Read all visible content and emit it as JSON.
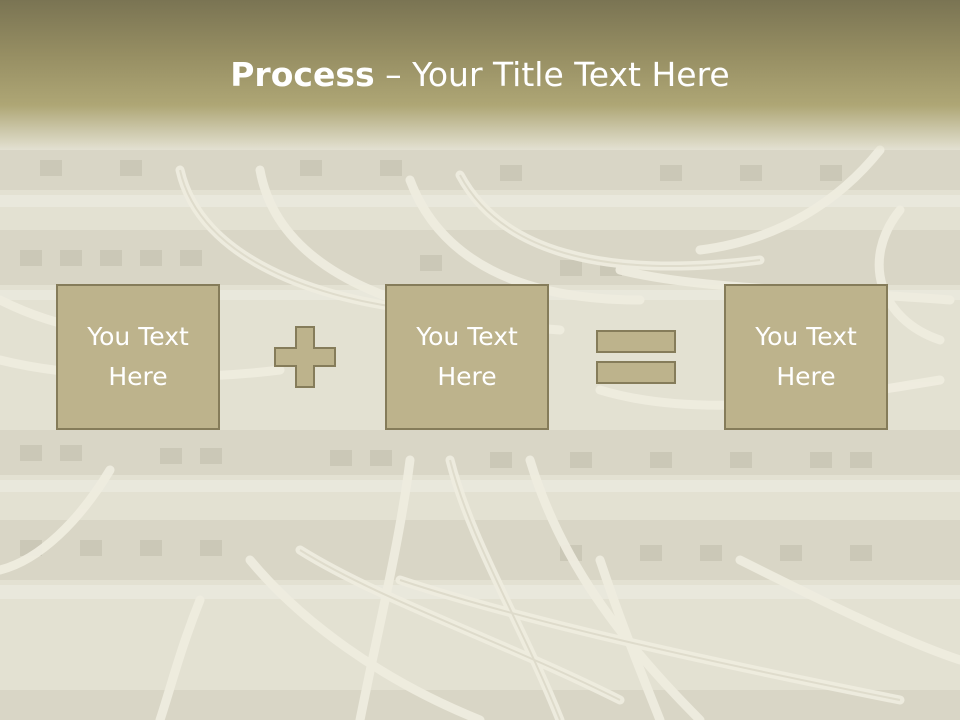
{
  "title": {
    "bold": "Process",
    "rest": " – Your Title Text Here"
  },
  "boxes": [
    {
      "text": "You Text Here"
    },
    {
      "text": "You Text Here"
    },
    {
      "text": "You Text Here"
    }
  ],
  "operators": [
    "plus-icon",
    "equals-icon"
  ],
  "colors": {
    "box_fill": "#bdb38c",
    "box_border": "#857c5a",
    "title_band": "#958d62",
    "text": "#ffffff"
  }
}
